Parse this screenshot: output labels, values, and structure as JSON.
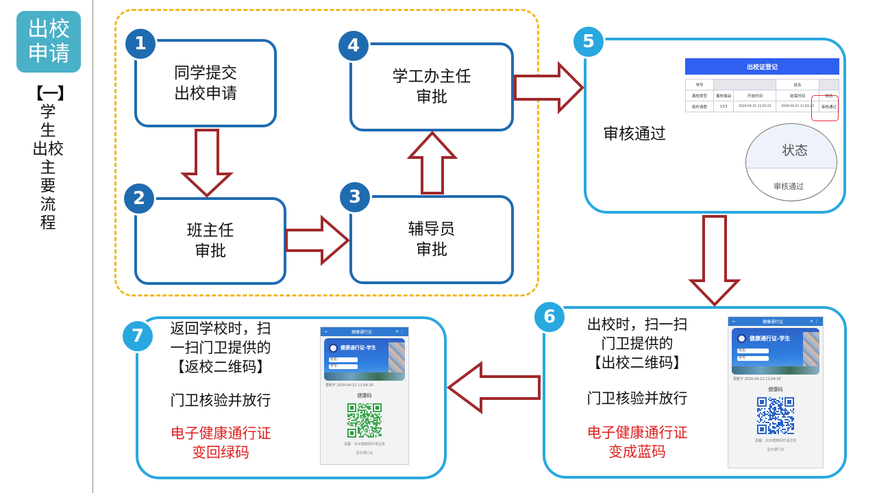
{
  "sidebar": {
    "badge": "出校\n申请",
    "badge_line1": "出校",
    "badge_line2": "申请",
    "subtitle_bracket": "【一】",
    "subtitle_chars": [
      "学",
      "生",
      "出校",
      "主",
      "要",
      "流",
      "程"
    ]
  },
  "steps": [
    {
      "num": "1",
      "line1": "同学提交",
      "line2": "出校申请"
    },
    {
      "num": "2",
      "line1": "班主任",
      "line2": "审批"
    },
    {
      "num": "3",
      "line1": "辅导员",
      "line2": "审批"
    },
    {
      "num": "4",
      "line1": "学工办主任",
      "line2": "审批"
    },
    {
      "num": "5",
      "text": "审核通过"
    },
    {
      "num": "6",
      "line1": "出校时，扫一扫",
      "line2": "门卫提供的",
      "line3": "【出校二维码】",
      "line4": "门卫核验并放行",
      "red1": "电子健康通行证",
      "red2": "变成蓝码"
    },
    {
      "num": "7",
      "line1": "返回学校时，扫",
      "line2": "一扫门卫提供的",
      "line3": "【返校二维码】",
      "line4": "门卫核验并放行",
      "red1": "电子健康通行证",
      "red2": "变回绿码"
    }
  ],
  "register": {
    "title": "出校证登记",
    "row1": [
      "学号",
      "",
      "姓名",
      ""
    ],
    "row2": [
      "离校类型",
      "离校事由",
      "开始时间",
      "结束时间",
      "状态"
    ],
    "row3": [
      "临时请假",
      "123",
      "2020-04-21 11:03:21",
      "2020-04-21 11:03:23",
      "审核通过"
    ],
    "zoom_label": "状态",
    "zoom_value": "审核通过"
  },
  "phone": {
    "topbar": "健康通行证",
    "card_title": "健康通行证-学生",
    "field1": "姓名：",
    "field2": "学号：",
    "updated": "更新于 2020-04-21 11:04:16",
    "code_title": "健康码",
    "footer": "显示通行证",
    "note": "温馨：出示健康码时请注意"
  },
  "colors": {
    "dark_blue": "#1f6bb0",
    "light_blue": "#29a8e0",
    "arrow_red": "#a0282a",
    "dashed_yellow": "#f0b820",
    "badge_teal": "#4ab0c8",
    "qr_green": "#2c9a3e",
    "qr_blue": "#2a63c8",
    "highlight_red": "#e02020"
  }
}
